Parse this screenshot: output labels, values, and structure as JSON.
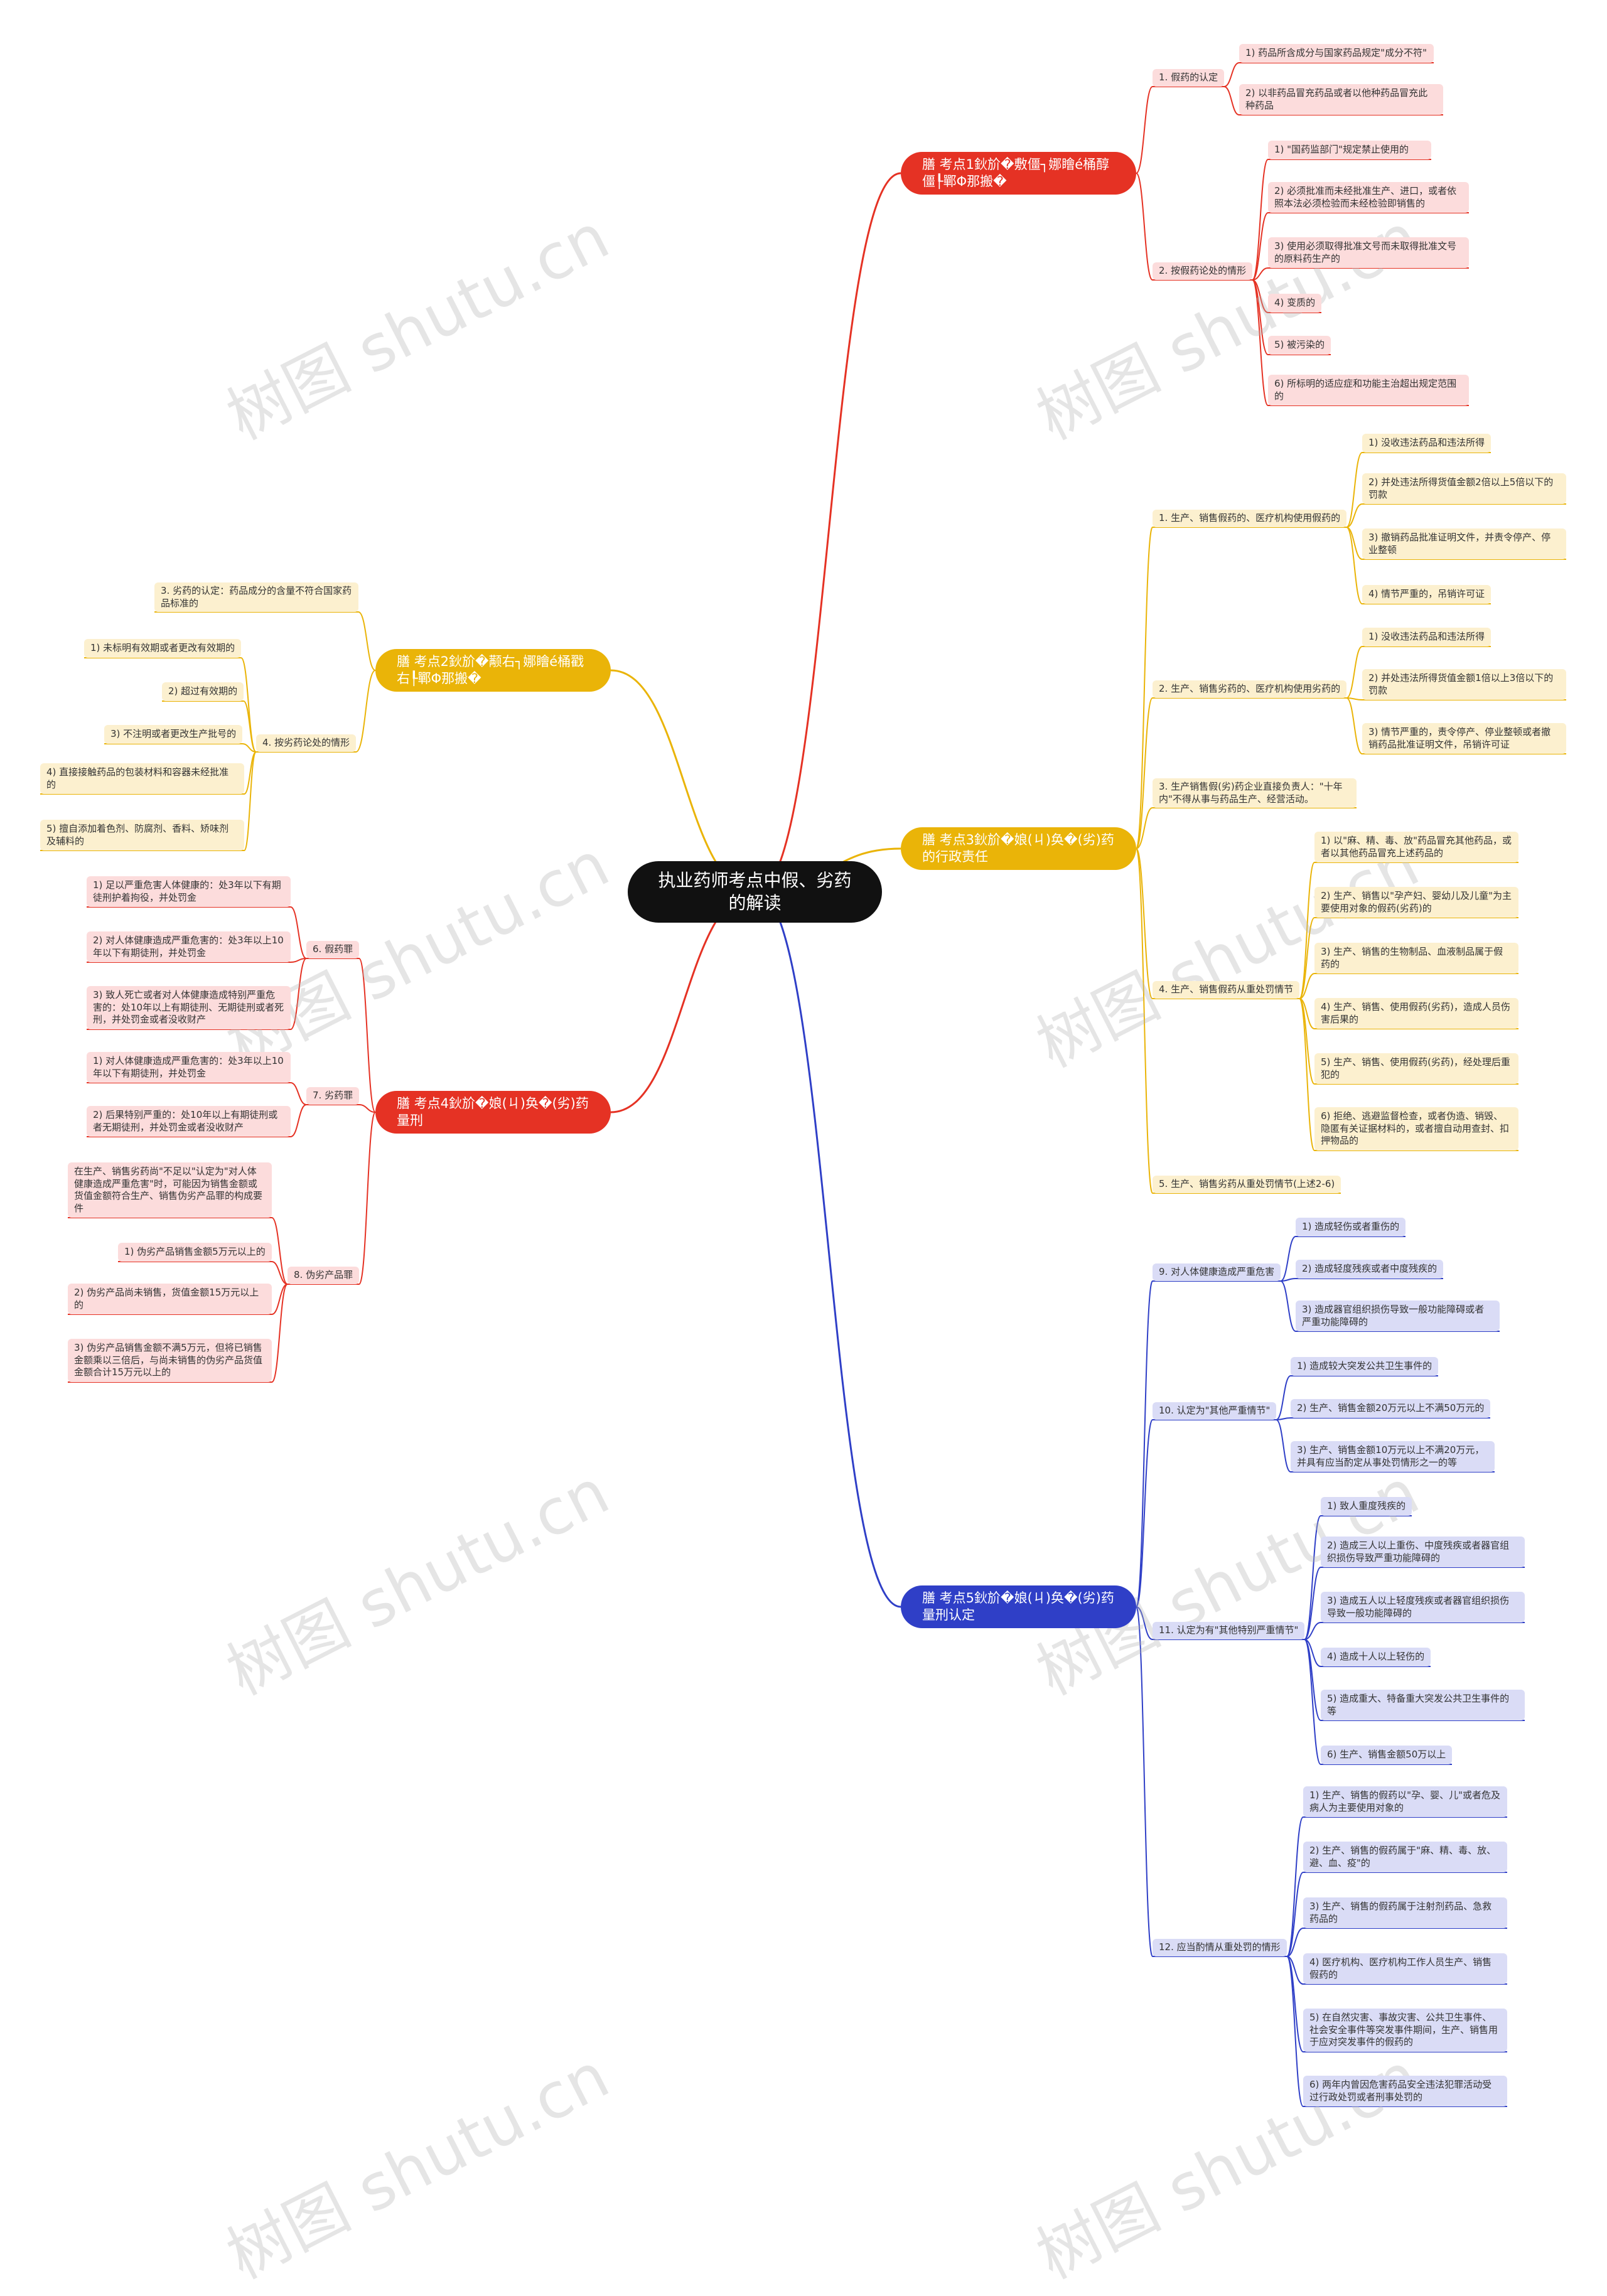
{
  "colors": {
    "red": "#e53224",
    "yellow": "#eab408",
    "blue": "#2f3fc7",
    "root": "#111111"
  },
  "root": "执业药师考点中假、劣药的解读",
  "watermark": "树图 shutu.cn",
  "branches": {
    "b1": "膳 考点1鈥斺�敷僵┐娜瞺é桶醇僵┞鄲Φ那搬�",
    "b2": "膳 考点2鈥斺�颟右┐娜瞺é桶戳右┞鄲Φ那搬�",
    "b3": "膳 考点3鈥斺�娘(ㄐ)奂�(劣)药的行政责任",
    "b4": "膳 考点4鈥斺�娘(ㄐ)奂�(劣)药量刑",
    "b5": "膳 考点5鈥斺�娘(ㄐ)奂�(劣)药量刑认定"
  },
  "b1": {
    "s1": "1. 假药的认定",
    "s1_items": [
      "1) 药品所含成分与国家药品规定\"成分不符\"",
      "2) 以非药品冒充药品或者以他种药品冒充此种药品"
    ],
    "s2": "2. 按假药论处的情形",
    "s2_items": [
      "1) \"国药监部门\"规定禁止使用的",
      "2) 必须批准而未经批准生产、进口，或者依照本法必须检验而未经检验即销售的",
      "3) 使用必须取得批准文号而未取得批准文号的原料药生产的",
      "4) 变质的",
      "5) 被污染的",
      "6) 所标明的适应症和功能主治超出规定范围的"
    ]
  },
  "b2": {
    "s1": "3. 劣药的认定：药品成分的含量不符合国家药品标准的",
    "s2": "4. 按劣药论处的情形",
    "s2_items": [
      "1) 未标明有效期或者更改有效期的",
      "2) 超过有效期的",
      "3) 不注明或者更改生产批号的",
      "4) 直接接触药品的包装材料和容器未经批准的",
      "5) 擅自添加着色剂、防腐剂、香料、矫味剂及辅料的"
    ]
  },
  "b3": {
    "s1": "1. 生产、销售假药的、医疗机构使用假药的",
    "s1_items": [
      "1) 没收违法药品和违法所得",
      "2) 并处违法所得货值金额2倍以上5倍以下的罚款",
      "3) 撤销药品批准证明文件，并责令停产、停业整顿",
      "4) 情节严重的，吊销许可证"
    ],
    "s2": "2. 生产、销售劣药的、医疗机构使用劣药的",
    "s2_items": [
      "1) 没收违法药品和违法所得",
      "2) 并处违法所得货值金额1倍以上3倍以下的罚款",
      "3) 情节严重的，责令停产、停业整顿或者撤销药品批准证明文件，吊销许可证"
    ],
    "s3": "3. 生产销售假(劣)药企业直接负责人：\"十年内\"不得从事与药品生产、经营活动。",
    "s4": "4. 生产、销售假药从重处罚情节",
    "s4_items": [
      "1) 以\"麻、精、毒、放\"药品冒充其他药品，或者以其他药品冒充上述药品的",
      "2) 生产、销售以\"孕产妇、婴幼儿及儿童\"为主要使用对象的假药(劣药)的",
      "3) 生产、销售的生物制品、血液制品属于假药的",
      "4) 生产、销售、使用假药(劣药)，造成人员伤害后果的",
      "5) 生产、销售、使用假药(劣药)，经处理后重犯的",
      "6) 拒绝、逃避监督检查，或者伪造、销毁、隐匿有关证据材料的，或者擅自动用查封、扣押物品的"
    ],
    "s5": "5. 生产、销售劣药从重处罚情节(上述2-6)"
  },
  "b4": {
    "s6": "6. 假药罪",
    "s6_items": [
      "1) 足以严重危害人体健康的：处3年以下有期徒刑护着拘役，并处罚金",
      "2) 对人体健康造成严重危害的：处3年以上10年以下有期徒刑，并处罚金",
      "3) 致人死亡或者对人体健康造成特别严重危害的：处10年以上有期徒刑、无期徒刑或者死刑，并处罚金或者没收财产"
    ],
    "s7": "7. 劣药罪",
    "s7_items": [
      "1) 对人体健康造成严重危害的：处3年以上10年以下有期徒刑，并处罚金",
      "2) 后果特别严重的：处10年以上有期徒刑或者无期徒刑，并处罚金或者没收财产"
    ],
    "s8": "8. 伪劣产品罪",
    "s8_items": [
      "在生产、销售劣药尚\"不足以\"认定为\"对人体健康造成严重危害\"时，可能因为销售金额或货值金额符合生产、销售伪劣产品罪的构成要件",
      "1) 伪劣产品销售金额5万元以上的",
      "2) 伪劣产品尚未销售，货值金额15万元以上的",
      "3) 伪劣产品销售金额不满5万元，但将已销售金额乘以三倍后，与尚未销售的伪劣产品货值金额合计15万元以上的"
    ]
  },
  "b5": {
    "s9": "9. 对人体健康造成严重危害",
    "s9_items": [
      "1) 造成轻伤或者重伤的",
      "2) 造成轻度残疾或者中度残疾的",
      "3) 造成器官组织损伤导致一般功能障碍或者严重功能障碍的"
    ],
    "s10": "10. 认定为\"其他严重情节\"",
    "s10_items": [
      "1) 造成较大突发公共卫生事件的",
      "2) 生产、销售金额20万元以上不满50万元的",
      "3) 生产、销售金额10万元以上不满20万元，并具有应当酌定从事处罚情形之一的等"
    ],
    "s11": "11. 认定为有\"其他特别严重情节\"",
    "s11_items": [
      "1) 致人重度残疾的",
      "2) 造成三人以上重伤、中度残疾或者器官组织损伤导致严重功能障碍的",
      "3) 造成五人以上轻度残疾或者器官组织损伤导致一般功能障碍的",
      "4) 造成十人以上轻伤的",
      "5) 造成重大、特备重大突发公共卫生事件的等",
      "6) 生产、销售金额50万以上"
    ],
    "s12": "12. 应当酌情从重处罚的情形",
    "s12_items": [
      "1) 生产、销售的假药以\"孕、婴、儿\"或者危及病人为主要使用对象的",
      "2) 生产、销售的假药属于\"麻、精、毒、放、避、血、疫\"的",
      "3) 生产、销售的假药属于注射剂药品、急救药品的",
      "4) 医疗机构、医疗机构工作人员生产、销售假药的",
      "5) 在自然灾害、事故灾害、公共卫生事件、社会安全事件等突发事件期间，生产、销售用于应对突发事件的假药的",
      "6) 两年内曾因危害药品安全违法犯罪活动受过行政处罚或者刑事处罚的"
    ]
  }
}
